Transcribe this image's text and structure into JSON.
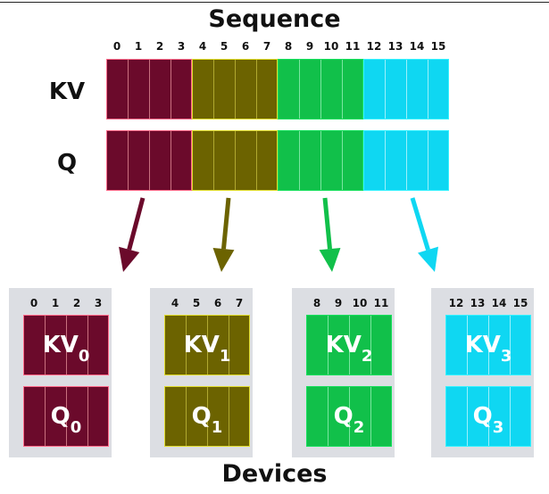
{
  "title": "Sequence",
  "footer": "Devices",
  "rows": [
    {
      "key": "kv",
      "label": "KV"
    },
    {
      "key": "q",
      "label": "Q"
    }
  ],
  "indices": [
    "0",
    "1",
    "2",
    "3",
    "4",
    "5",
    "6",
    "7",
    "8",
    "9",
    "10",
    "11",
    "12",
    "13",
    "14",
    "15"
  ],
  "groups": [
    {
      "fill": "#6b0a2b",
      "border": "#ff6b8a",
      "line": "#c9707f",
      "arrow": "#6b0a2b",
      "kv_name": "KV",
      "q_name": "Q",
      "sub": "0",
      "indices": [
        "0",
        "1",
        "2",
        "3"
      ]
    },
    {
      "fill": "#6c6300",
      "border": "#e0dc2a",
      "line": "#b0a830",
      "arrow": "#6c6300",
      "kv_name": "KV",
      "q_name": "Q",
      "sub": "1",
      "indices": [
        "4",
        "5",
        "6",
        "7"
      ]
    },
    {
      "fill": "#11c04a",
      "border": "#17e05d",
      "line": "#7ae6a0",
      "arrow": "#11c04a",
      "kv_name": "KV",
      "q_name": "Q",
      "sub": "2",
      "indices": [
        "8",
        "9",
        "10",
        "11"
      ]
    },
    {
      "fill": "#0fd7f2",
      "border": "#35f2ff",
      "line": "#9cf0fb",
      "arrow": "#0fd7f2",
      "kv_name": "KV",
      "q_name": "Q",
      "sub": "3",
      "indices": [
        "12",
        "13",
        "14",
        "15"
      ]
    }
  ]
}
